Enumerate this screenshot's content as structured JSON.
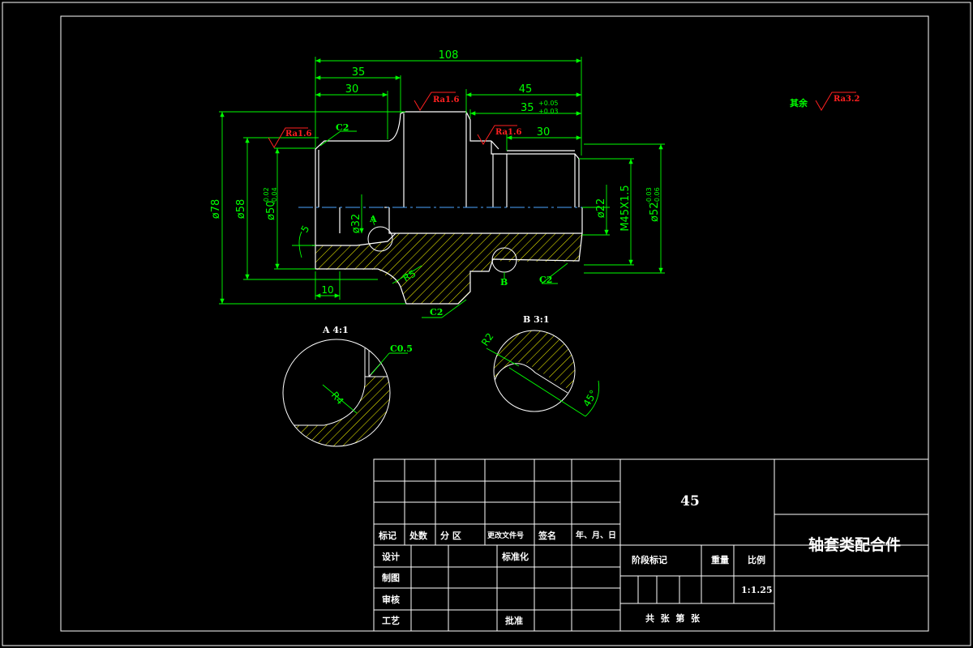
{
  "dims": {
    "d108": "108",
    "d35": "35",
    "d30a": "30",
    "d45": "45",
    "d35tol": "35",
    "d35tol_up": "+0.05",
    "d35tol_lo": "+0.03",
    "d30b": "30",
    "phi78": "ø78",
    "phi58": "ø58",
    "phi50": "ø50",
    "phi50_up": "-0.02",
    "phi50_lo": "-0.04",
    "phi32": "ø32",
    "phi22": "ø22",
    "m45": "M45X1.5",
    "phi52": "ø52",
    "phi52_up": "-0.03",
    "phi52_lo": "-0.06",
    "d10": "10",
    "d5": "5",
    "c2_top": "C2",
    "c2_bottom": "C2",
    "c2_right": "C2",
    "r5": "R5",
    "label_a": "A",
    "label_b": "B"
  },
  "roughness": {
    "ra_left": "Ra1.6",
    "ra_mid": "Ra1.6",
    "ra_right": "Ra1.6",
    "other_label": "其余",
    "other_ra": "Ra3.2"
  },
  "detail_a": {
    "title": "A 4:1",
    "c05": "C0.5",
    "r4": "R4"
  },
  "detail_b": {
    "title": "B 3:1",
    "r2": "R2",
    "angle": "45°"
  },
  "title_block": {
    "material": "45",
    "part_name": "轴套类配合件",
    "rev_headers": [
      "标记",
      "处数",
      "分 区",
      "更改文件号",
      "签名",
      "年、月、日"
    ],
    "design": "设计",
    "standardize": "标准化",
    "drawing": "制图",
    "review": "审核",
    "process": "工艺",
    "approve": "批准",
    "stage_mark": "阶段标记",
    "weight": "重量",
    "scale_label": "比例",
    "scale": "1:1.25",
    "sheets": "共  张  第  张"
  }
}
